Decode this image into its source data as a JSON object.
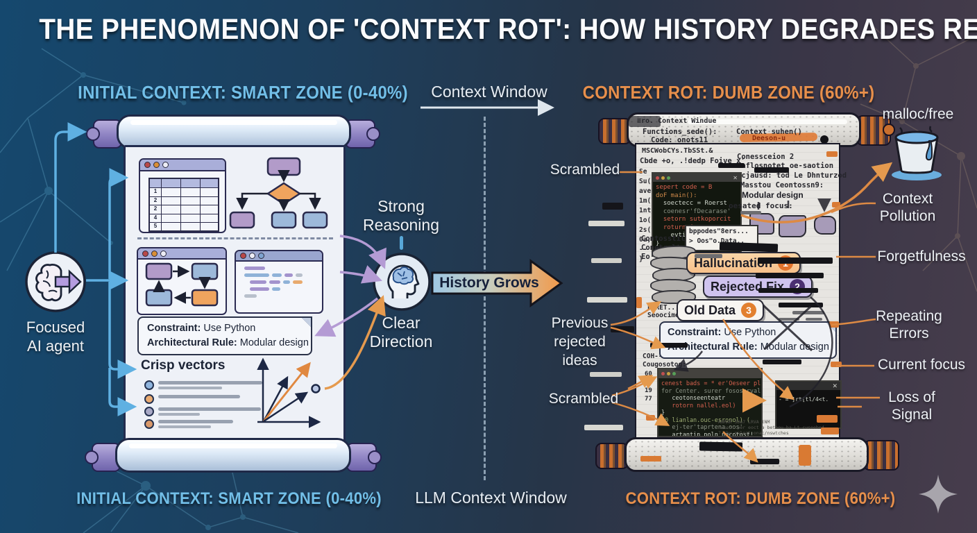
{
  "title": "THE PHENOMENON OF 'CONTEXT ROT': HOW HISTORY DEGRADES REASONING",
  "colors": {
    "smart_blue": "#72bfe8",
    "rot_orange": "#e78f4b",
    "history_from": "#9ec7e4",
    "history_to": "#f2994a"
  },
  "left_panel": {
    "header": "INITIAL CONTEXT: SMART ZONE (0-40%)",
    "footer": "INITIAL CONTEXT: SMART ZONE (0-40%)",
    "agent_line1": "Focused",
    "agent_line2": "AI agent",
    "table_rows": [
      "1",
      "2",
      "2",
      "4",
      "5"
    ],
    "note": {
      "constraint_label": "Constraint:",
      "constraint_value": " Use Python",
      "rule_label": "Architectural Rule:",
      "rule_value": " Modular design"
    },
    "crisp_vectors": "Crisp vectors"
  },
  "center_panel": {
    "context_window": "Context Window",
    "strong_line1": "Strong",
    "strong_line2": "Reasoning",
    "clear_line1": "Clear",
    "clear_line2": "Direction",
    "history_grows": "History Grows",
    "footer": "LLM Context Window"
  },
  "right_panel": {
    "header": "CONTEXT ROT: DUMB ZONE (60%+)",
    "footer": "CONTEXT ROT: DUMB ZONE (60%+)",
    "label_scrambled_top": "Scrambled",
    "label_previous_1": "Previous",
    "label_previous_2": "rejected",
    "label_previous_3": "ideas",
    "label_scrambled_bottom": "Scrambled",
    "label_malloc": "malloc/free",
    "label_pollution_1": "Context",
    "label_pollution_2": "Pollution",
    "label_forgetfulness": "Forgetfulness",
    "label_repeating_1": "Repeating",
    "label_repeating_2": "Errors",
    "label_current": "Current focus",
    "label_loss_1": "Loss of",
    "label_loss_2": "Signal",
    "badges": [
      {
        "label": "Hallucination",
        "num": "1"
      },
      {
        "label": "Rejected Fix",
        "num": "2"
      },
      {
        "label": "Old Data",
        "num": "3"
      }
    ],
    "note": {
      "constraint_label": "Constraint:",
      "constraint_value": " Use Python",
      "rule_label": "Architectural Rule:",
      "rule_value": " Modular design"
    },
    "scroll": {
      "roller_text": "≡ro. Context Windue",
      "fn_left1": "Functions_sede():",
      "fn_left2": "Code: onots11",
      "fn_right1": "Context suhen()",
      "fn_right2": "Deeson-u",
      "g1": "MSCWobCYs.TbSSt.&",
      "g2": "Cbde +o, .!dedp Foive x'",
      "g3": "Conessceion 2",
      "g4": "Naflosnotet  oe-saotion",
      "g5": "pcjausd: tod  Le Dhnturzod",
      "margin": [
        "Se",
        "Su(",
        "ave",
        "1m(",
        "1nt",
        "1o(",
        "2s(",
        "0a;",
        "--",
        "}"
      ],
      "code1": [
        "sepert code = B",
        "doF main():",
        "  soectecc = Roerst",
        "  coenesr'fDecarase'",
        "  setorn sutkoporcit",
        "  roturn (",
        "    evtisev(Centtzei",
        "}"
      ],
      "mid1": "Masstou Ceontossn9:",
      "mid2": "Modular design",
      "mid3": "oesated focus:",
      "popup1": "bppodes\"8ers...",
      "popup2": "> Oos\"o.Data,.",
      "t1": "Contosstil",
      "t2": "Conetralto",
      "t3": "Eo",
      "t4": "FORET..,",
      "t5": "Seoocime",
      "t8": "COH--.Lnvo",
      "t9": "Cougosotog:",
      "nums": [
        "60",
        "S8",
        "19",
        "77"
      ],
      "code2": [
        "cenest bads = * er'Oeseer pl.",
        "for Center. surer fososerval",
        "   ceotonseenteatr",
        "   rotorn nallel.eol)",
        "}",
        "t0 lianlan.ouc-esronol) (",
        "   ej-ter'taprtena.oos'",
        "   artantin poln necotost!"
      ],
      "win3": "- = ]rt[tl/4<t.",
      "mush1": "ANMAR 3Da7 LRVA tNM",
      "mush2": "rwsoot per eoct a betoou ba Lt cuseebed",
      "mush3": "7 thy noleat onac/nswtches",
      "mush4": "oooantfnbofdtstatsnoy o"
    }
  }
}
